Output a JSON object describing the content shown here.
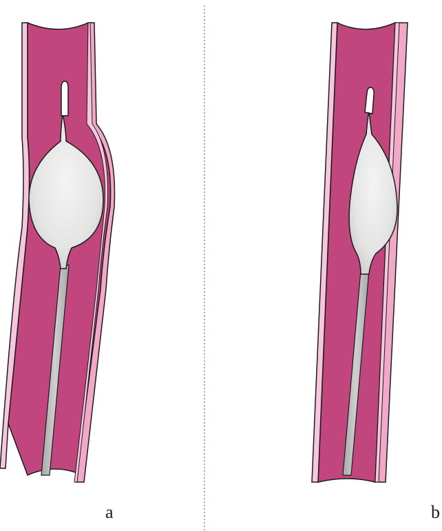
{
  "figure": {
    "panels": [
      {
        "label": "a",
        "state": "balloon-inflated-over-dilated-vessel"
      },
      {
        "label": "b",
        "state": "balloon-inflated-within-straight-vessel"
      }
    ],
    "colors": {
      "lumen": "#c2467e",
      "wall_outer": "#f2a9c9",
      "wall_light": "#f6c7dc",
      "balloon": "#e9e9e9",
      "balloon_shadow": "#d9d9d9",
      "catheter": "#bfbfbf",
      "outline": "#1b1b1b",
      "divider": "#8a8a8a"
    }
  }
}
